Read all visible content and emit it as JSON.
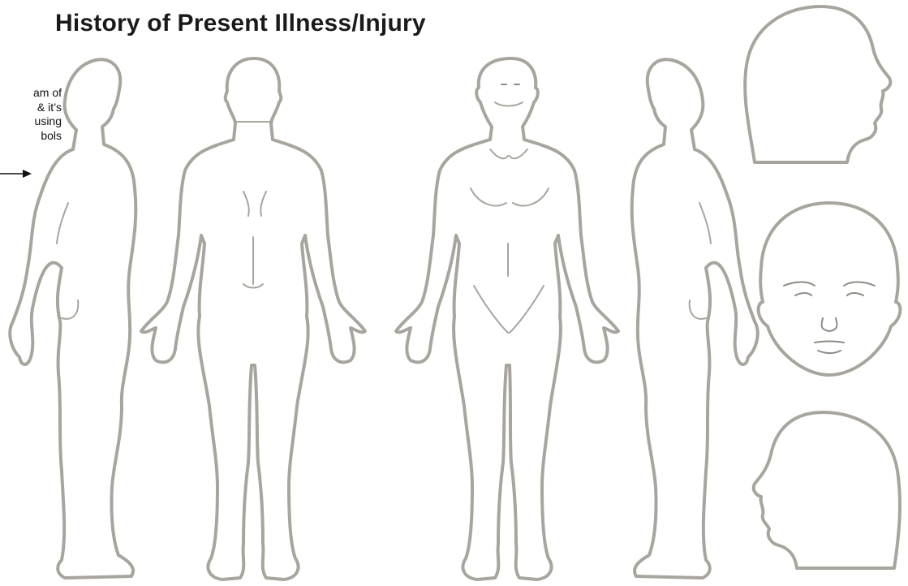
{
  "header": {
    "title": "History of Present Illness/Injury"
  },
  "instructions": {
    "lines": [
      "am of",
      "& it’s",
      "using",
      "bols"
    ],
    "arrow_icon": "arrow-right-icon"
  },
  "diagram": {
    "outline_color": "#a7a59d",
    "views": [
      "body-left-lateral",
      "body-posterior",
      "body-anterior",
      "body-right-lateral",
      "head-right-profile",
      "head-front",
      "head-left-profile"
    ]
  }
}
